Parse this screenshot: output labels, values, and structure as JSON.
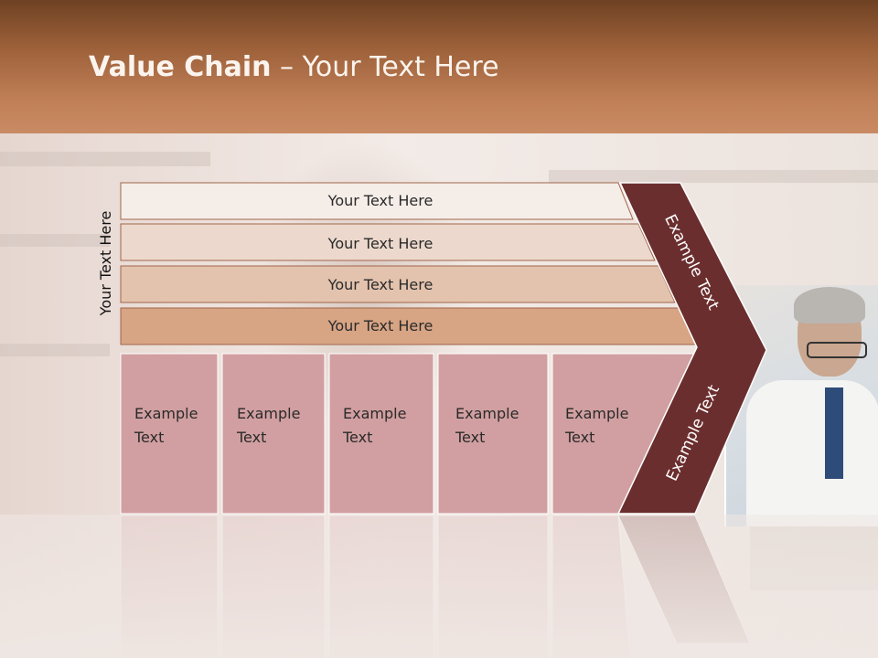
{
  "slide": {
    "title_bold": "Value Chain",
    "title_rest": " – Your Text Here",
    "vertical_label": "Your Text Here",
    "bars": [
      {
        "label": "Your Text Here",
        "color": "#f5ede8"
      },
      {
        "label": "Your Text Here",
        "color": "#ecd8cc"
      },
      {
        "label": "Your Text Here",
        "color": "#e3c3ae"
      },
      {
        "label": "Your Text Here",
        "color": "#d7a484"
      }
    ],
    "boxes": [
      {
        "line1": "Example",
        "line2": "Text"
      },
      {
        "line1": "Example",
        "line2": "Text"
      },
      {
        "line1": "Example",
        "line2": "Text"
      },
      {
        "line1": "Example",
        "line2": "Text"
      },
      {
        "line1": "Example",
        "line2": "Text"
      }
    ],
    "arrow_upper_label": "Example Text",
    "arrow_lower_label": "Example Text",
    "colors": {
      "box_fill": "#d19fa1",
      "box_border": "#ffffff",
      "arrow_fill": "#6b2e2e",
      "bar_border": "#a0664a"
    }
  }
}
